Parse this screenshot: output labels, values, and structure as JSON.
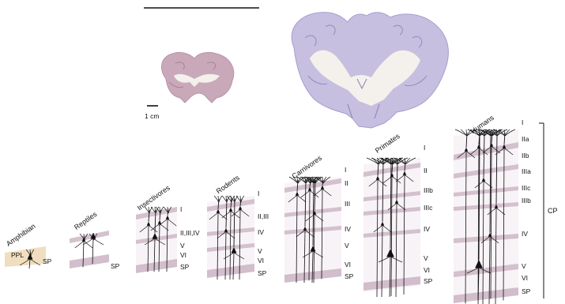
{
  "scale_bar_label": "1 cm",
  "cp_label": "CP",
  "colors": {
    "layer_band": "#cdb7c6",
    "sp_band": "#cdb7c6",
    "amphibian_tint": "#f1ddbf",
    "neuron": "#111111",
    "brain_fill_small": "#c9a9b9",
    "brain_fill_large": "#c7bfe0",
    "brain_white_matter": "#f4f0ec"
  },
  "species": [
    {
      "name": "Amphibian",
      "layers": [
        "PPL",
        "SP"
      ]
    },
    {
      "name": "Reptiles",
      "layers": [
        "SP"
      ]
    },
    {
      "name": "Insectivores",
      "layers": [
        "I",
        "II,III,IV",
        "V",
        "VI",
        "SP"
      ]
    },
    {
      "name": "Rodents",
      "layers": [
        "I",
        "II,III",
        "IV",
        "V",
        "VI",
        "SP"
      ]
    },
    {
      "name": "Carnivores",
      "layers": [
        "I",
        "II",
        "III",
        "IV",
        "V",
        "VI",
        "SP"
      ]
    },
    {
      "name": "Primates",
      "layers": [
        "I",
        "II",
        "IIIb",
        "IIIc",
        "IV",
        "V",
        "VI",
        "SP"
      ]
    },
    {
      "name": "Humans",
      "layers": [
        "I",
        "IIa",
        "IIb",
        "IIIa",
        "IIIc",
        "IIIb",
        "IV",
        "V",
        "VI",
        "SP"
      ]
    }
  ]
}
